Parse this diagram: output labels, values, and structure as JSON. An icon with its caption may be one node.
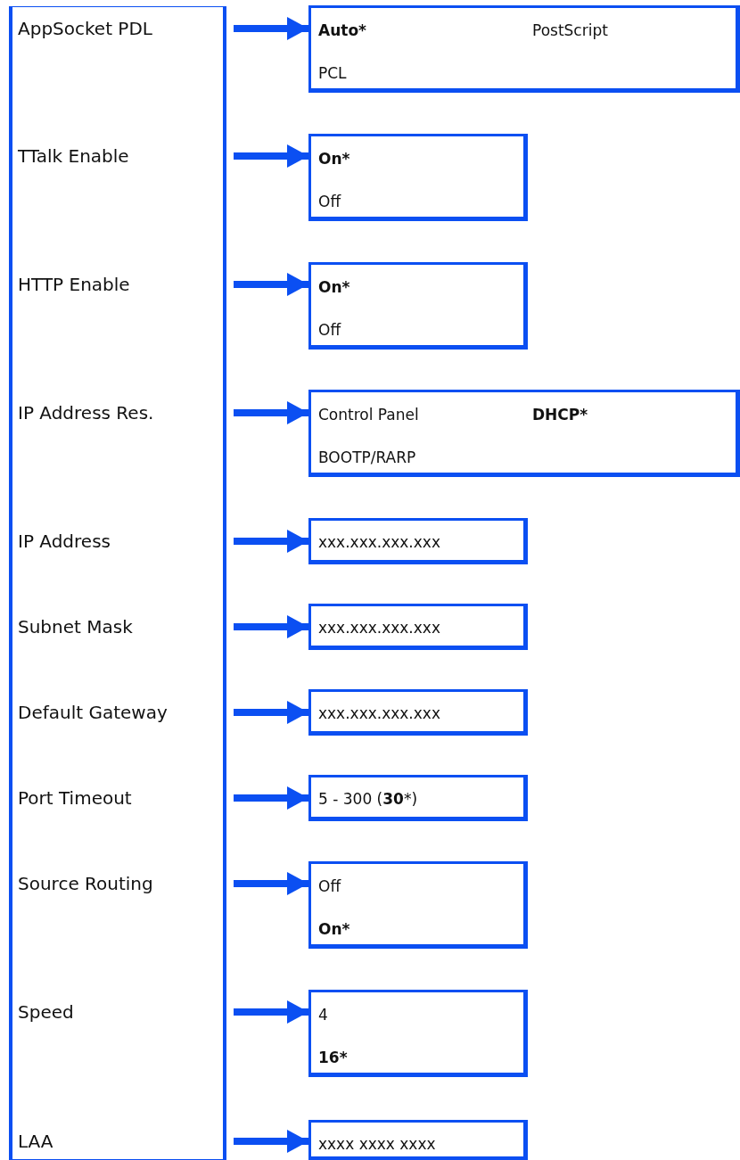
{
  "diagram": {
    "nodes": [
      {
        "text": [],
        "shape": "box"
      },
      {
        "text": [
          "AppSocket PDL"
        ],
        "in": 0
      },
      {
        "text": [
          "TTalk Enable"
        ],
        "in": 0
      },
      {
        "text": [
          "HTTP Enable"
        ],
        "in": 0
      },
      {
        "text": [
          "IP Address Res."
        ],
        "in": 0
      },
      {
        "text": [
          "IP Address"
        ],
        "in": 0
      },
      {
        "text": [
          "Subnet Mask"
        ],
        "in": 0
      },
      {
        "text": [
          "Default Gateway"
        ],
        "in": 0
      },
      {
        "text": [
          "Port Timeout"
        ],
        "in": 0
      },
      {
        "text": [
          "Source Routing"
        ],
        "in": 0
      },
      {
        "text": [
          "Speed"
        ],
        "in": 0
      },
      {
        "text": [
          "LAA"
        ],
        "in": 0
      },
      {
        "text": [
          "Auto*",
          "PostScript",
          "PCL"
        ]
      },
      {
        "text": [
          "On*",
          "Off"
        ]
      },
      {
        "text": [
          "On*",
          "Off"
        ]
      },
      {
        "text": [
          "Control Panel",
          "DHCP*",
          "BOOTP/RARP"
        ]
      },
      {
        "text": [
          "xxx.xxx.xxx.xxx"
        ]
      },
      {
        "text": [
          "xxx.xxx.xxx.xxx"
        ]
      },
      {
        "text": [
          "xxx.xxx.xxx.xxx"
        ]
      },
      {
        "text": [
          "5 - 300 (**30***)"
        ]
      },
      {
        "text": [
          "Off",
          "On*"
        ]
      },
      {
        "text": [
          "4",
          "16*"
        ]
      },
      {
        "text": [
          "xxxx xxxx xxxx"
        ]
      }
    ],
    "edges": [
      {
        "from": 1,
        "to": 12,
        "arrow": "to"
      },
      {
        "from": 2,
        "to": 13,
        "arrow": "to"
      },
      {
        "from": 3,
        "to": 14,
        "arrow": "to"
      },
      {
        "from": 4,
        "to": 15,
        "arrow": "to"
      },
      {
        "from": 5,
        "to": 16,
        "arrow": "to"
      },
      {
        "from": 6,
        "to": 17,
        "arrow": "to"
      },
      {
        "from": 7,
        "to": 18,
        "arrow": "to"
      },
      {
        "from": 8,
        "to": 19,
        "arrow": "to"
      },
      {
        "from": 9,
        "to": 20,
        "arrow": "to"
      },
      {
        "from": 10,
        "to": 21,
        "arrow": "to"
      },
      {
        "from": 11,
        "to": 22,
        "arrow": "to"
      }
    ]
  }
}
